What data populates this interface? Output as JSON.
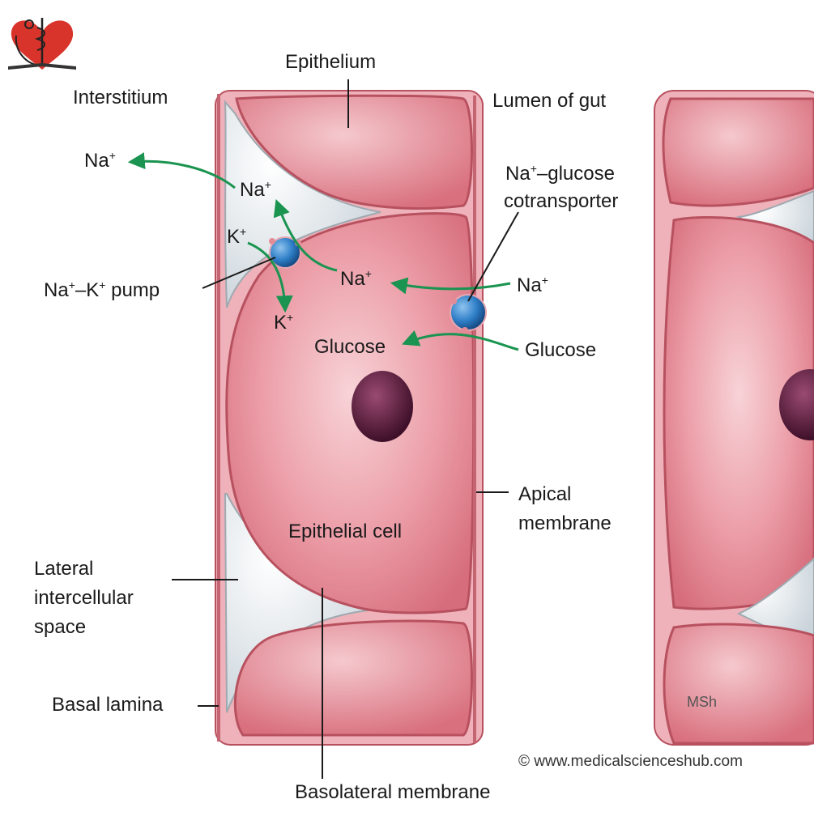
{
  "labels": {
    "epithelium": "Epithelium",
    "interstitium": "Interstitium",
    "lumen": "Lumen of gut",
    "na_far": "Na",
    "na_mid": "Na",
    "cotransporter_line1_suffix": "–glucose",
    "cotransporter_prefix": "Na",
    "cotransporter_line2": "cotransporter",
    "k_top": "K",
    "pump_prefix": "Na",
    "pump_mid": "–K",
    "pump_suffix": " pump",
    "na_inside": "Na",
    "na_lumen": "Na",
    "k_bottom": "K",
    "glucose_inside": "Glucose",
    "glucose_lumen": "Glucose",
    "apical_line1": "Apical",
    "apical_line2": "membrane",
    "epithelial_cell": "Epithelial cell",
    "lateral_line1": "Lateral",
    "lateral_line2": "intercellular",
    "lateral_line3": "space",
    "basal_lamina": "Basal lamina",
    "basolateral": "Basolateral membrane",
    "signature": "MSh",
    "copyright": "© www.medicalscienceshub.com",
    "plus": "+"
  },
  "colors": {
    "cell_fill": "#e58b96",
    "cell_light": "#f4c3c9",
    "cell_edge": "#b8515f",
    "space_fill": "#e8eef2",
    "arrow": "#1a9450",
    "transporter": "#2f7fc8",
    "nucleus": "#5a1f3c"
  }
}
